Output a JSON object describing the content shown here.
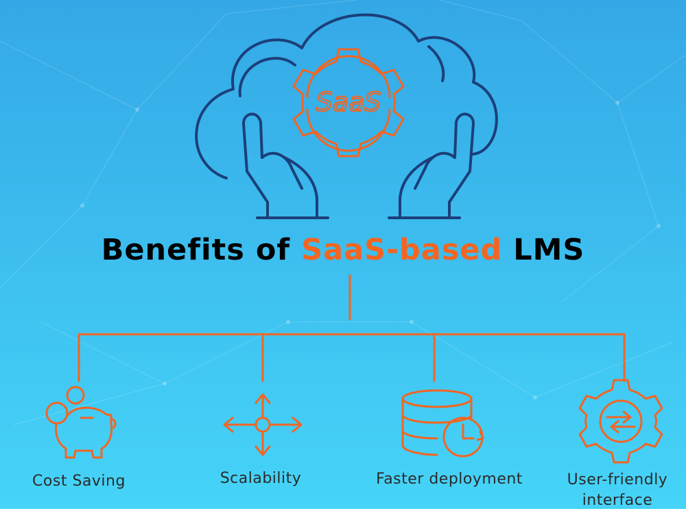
{
  "title": {
    "part1": "Benefits of ",
    "highlight": "SaaS-based",
    "part2": " LMS"
  },
  "logo_text": "SaaS",
  "benefits": [
    {
      "label": "Cost Saving",
      "icon": "piggy-bank-icon"
    },
    {
      "label": "Scalability",
      "icon": "expand-arrows-icon"
    },
    {
      "label": "Faster deployment",
      "icon": "database-clock-icon"
    },
    {
      "label": "User-friendly interface",
      "icon": "gear-arrows-icon"
    }
  ],
  "colors": {
    "accent": "#f26522",
    "cloud": "#1b3f7a",
    "bg_top": "#34a8e6",
    "bg_bottom": "#46d2f7",
    "text": "#000000"
  }
}
